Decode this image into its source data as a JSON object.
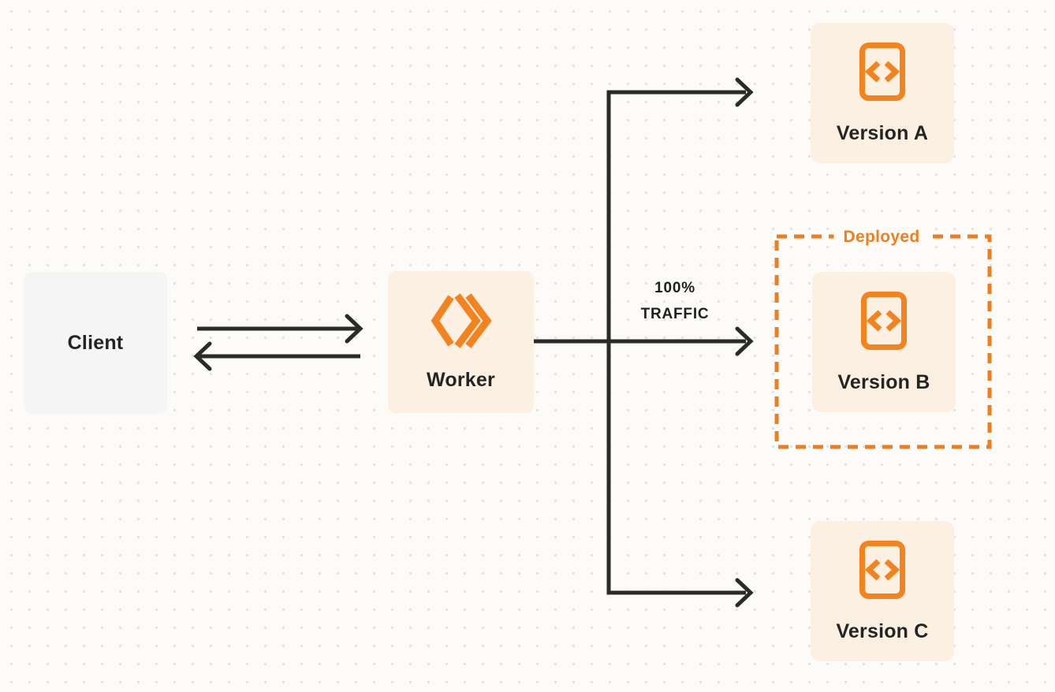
{
  "canvas": {
    "background_color": "#FCFBF8",
    "dot_grid_color": "#E3E2DF"
  },
  "colors": {
    "accent_orange": "#EF7E1E",
    "node_peach_fill": "#FBF0E2",
    "node_gray_fill": "#F5F5F6",
    "connector_dark": "#2A2A28",
    "text_dark": "#242424"
  },
  "nodes": {
    "client": {
      "label": "Client"
    },
    "worker": {
      "label": "Worker",
      "icon": "cloudflare-workers-logo-icon"
    },
    "version_a": {
      "label": "Version A",
      "icon": "code-file-icon"
    },
    "version_b": {
      "label": "Version B",
      "icon": "code-file-icon",
      "status": "Deployed"
    },
    "version_c": {
      "label": "Version C",
      "icon": "code-file-icon"
    }
  },
  "annotations": {
    "deployed": {
      "label": "Deployed"
    },
    "traffic": {
      "line1": "100%",
      "line2": "TRAFFIC"
    }
  },
  "connectors": {
    "client_to_worker": "right-arrow",
    "worker_to_client": "left-arrow",
    "worker_to_version_a": "arrow",
    "worker_to_version_b": "arrow",
    "worker_to_version_c": "arrow"
  }
}
